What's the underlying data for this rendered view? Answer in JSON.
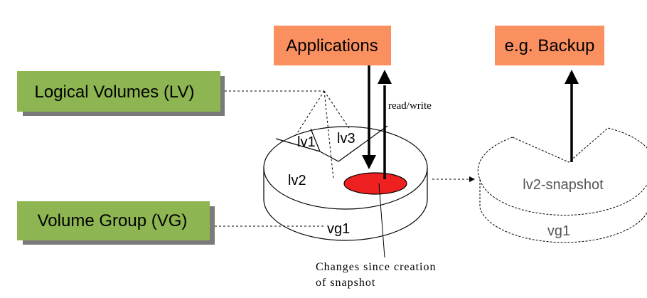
{
  "boxes": {
    "applications": "Applications",
    "backup": "e.g. Backup",
    "logical_volumes": "Logical Volumes (LV)",
    "volume_group": "Volume Group (VG)"
  },
  "disk": {
    "lv1": "lv1",
    "lv2": "lv2",
    "lv3": "lv3",
    "vg": "vg1"
  },
  "snapshot": {
    "label": "lv2-snapshot",
    "vg": "vg1"
  },
  "labels": {
    "read_write": "read/write",
    "changes_line1": "Changes since creation",
    "changes_line2": "of snapshot"
  },
  "colors": {
    "orange_box": "#fa9060",
    "green_box": "#8db552",
    "shadow": "#7a7a7a",
    "red_changes": "#ee2020",
    "gray_snapshot": "#555555"
  }
}
